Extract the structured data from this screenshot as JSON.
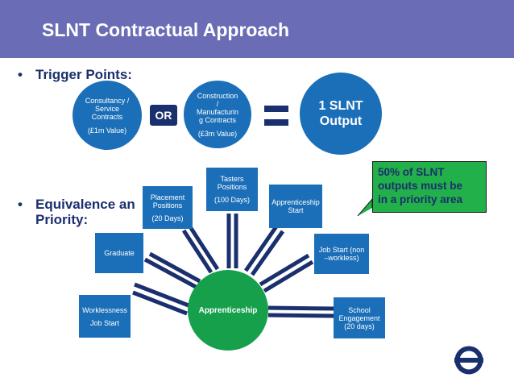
{
  "header": {
    "title": "SLNT Contractual Approach",
    "color": "#6a6cb5"
  },
  "bullets": [
    {
      "marker": "•",
      "text": "Trigger Points:"
    },
    {
      "marker": "•",
      "line1": "Equivalence an",
      "line2": "Priority:"
    }
  ],
  "trigger": {
    "left": {
      "line1": "Consultancy /",
      "line2": "Service",
      "line3": "Contracts",
      "value": "(£1m Value)"
    },
    "or_label": "OR",
    "right": {
      "line1": "Construction",
      "line2": "/",
      "line3": "Manufacturin",
      "line4": "g Contracts",
      "value": "(£3m Value)"
    },
    "output": {
      "line1": "1 SLNT",
      "line2": "Output"
    }
  },
  "hub": {
    "label": "Apprenticeship",
    "color": "#17a04b"
  },
  "nodes": {
    "worklessness": {
      "line1": "Worklessness",
      "line2": "Job Start"
    },
    "graduate": {
      "line1": "Graduate"
    },
    "placement": {
      "line1": "Placement",
      "line2": "Positions",
      "value": "(20 Days)"
    },
    "tasters": {
      "line1": "Tasters",
      "line2": "Positions",
      "value": "(100 Days)"
    },
    "apprenticeship_start": {
      "line1": "Apprenticeship",
      "line2": "Start"
    },
    "job_start": {
      "line1": "Job Start (non",
      "line2": "–workless)"
    },
    "school": {
      "line1": "School",
      "line2": "Engagement",
      "line3": "(20 days)"
    }
  },
  "callout": {
    "line1": "50% of SLNT",
    "line2": "outputs must be",
    "line3": "in a priority area",
    "color": "#22b04a"
  },
  "colors": {
    "blue": "#1b6fb8",
    "navy": "#1a2f6e"
  },
  "logo": {
    "icon": "roundel-icon"
  }
}
